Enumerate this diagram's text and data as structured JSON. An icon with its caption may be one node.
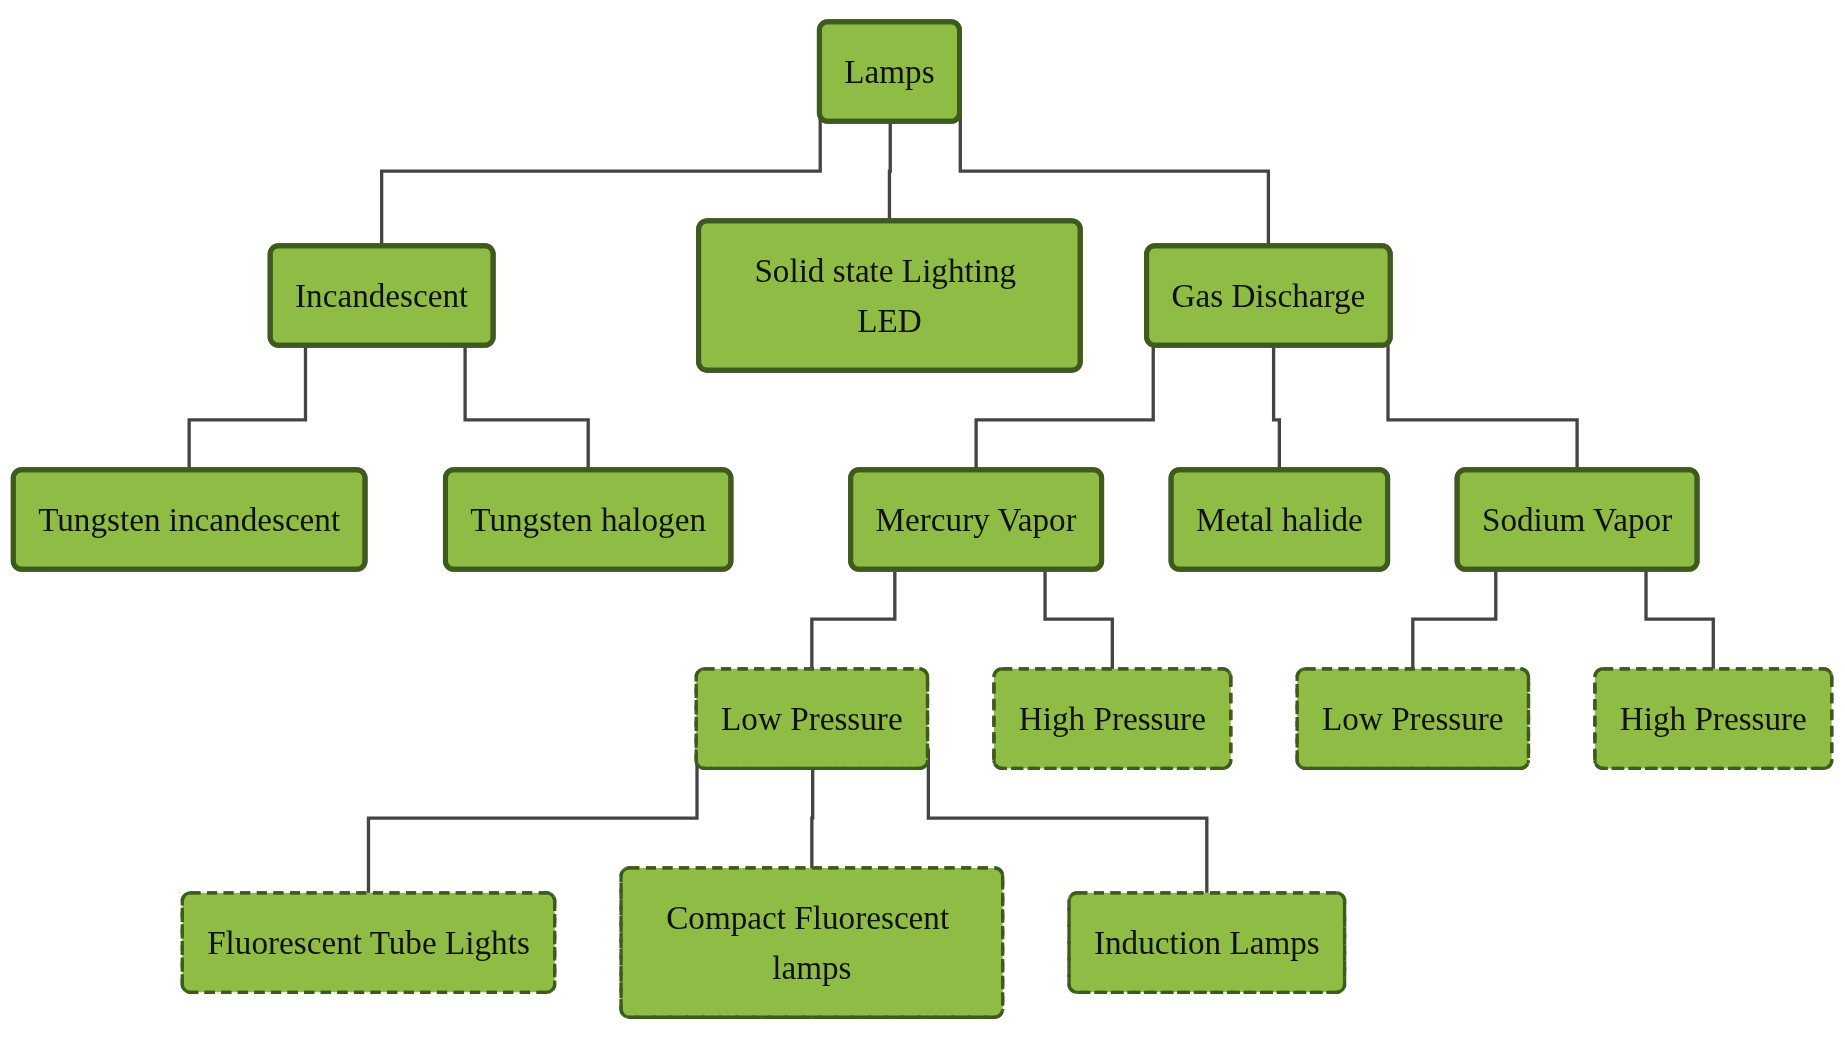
{
  "diagram": {
    "nodes": [
      {
        "text": [
          "Lamps"
        ]
      },
      {
        "text": [
          "Incandescent"
        ]
      },
      {
        "text": [
          "Solid state Lighting LED"
        ]
      },
      {
        "text": [
          "Gas Discharge"
        ]
      },
      {
        "text": [
          "Tungsten incandescent"
        ]
      },
      {
        "text": [
          "Tungsten halogen"
        ]
      },
      {
        "text": [
          "Mercury Vapor"
        ]
      },
      {
        "text": [
          "Metal halide"
        ]
      },
      {
        "text": [
          "Sodium Vapor"
        ]
      },
      {
        "text": [
          "Low Pressure"
        ]
      },
      {
        "text": [
          "High Pressure"
        ]
      },
      {
        "text": [
          "Low Pressure"
        ]
      },
      {
        "text": [
          "High Pressure"
        ]
      },
      {
        "text": [
          "Fluorescent Tube Lights"
        ]
      },
      {
        "text": [
          "Compact Fluorescent lamps"
        ]
      },
      {
        "text": [
          "Induction Lamps"
        ]
      }
    ],
    "edges": [
      {
        "from": 0,
        "to": 1,
        "arrow": "none"
      },
      {
        "from": 0,
        "to": 2,
        "arrow": "none"
      },
      {
        "from": 0,
        "to": 3,
        "arrow": "none"
      },
      {
        "from": 1,
        "to": 4,
        "arrow": "none"
      },
      {
        "from": 1,
        "to": 5,
        "arrow": "none"
      },
      {
        "from": 3,
        "to": 6,
        "arrow": "none"
      },
      {
        "from": 3,
        "to": 7,
        "arrow": "none"
      },
      {
        "from": 3,
        "to": 8,
        "arrow": "none"
      },
      {
        "from": 6,
        "to": 9,
        "arrow": "none"
      },
      {
        "from": 6,
        "to": 10,
        "arrow": "none"
      },
      {
        "from": 8,
        "to": 11,
        "arrow": "none"
      },
      {
        "from": 8,
        "to": 12,
        "arrow": "none"
      },
      {
        "from": 9,
        "to": 13,
        "arrow": "none"
      },
      {
        "from": 9,
        "to": 14,
        "arrow": "none"
      },
      {
        "from": 9,
        "to": 15,
        "arrow": "none"
      }
    ]
  }
}
